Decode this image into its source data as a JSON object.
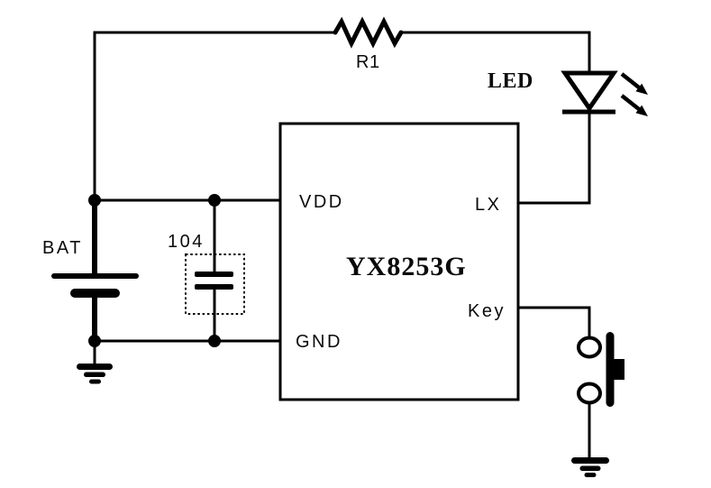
{
  "colors": {
    "line": "#000000",
    "background": "#ffffff",
    "text": "#0a0a0a"
  },
  "components": {
    "resistor": {
      "ref": "R1"
    },
    "led": {
      "label": "LED"
    },
    "battery": {
      "label": "BAT"
    },
    "capacitor": {
      "value": "104"
    },
    "ic": {
      "part_number": "YX8253G",
      "pins": [
        {
          "name": "VDD",
          "side": "left"
        },
        {
          "name": "GND",
          "side": "left"
        },
        {
          "name": "LX",
          "side": "right"
        },
        {
          "name": "Key",
          "side": "right"
        }
      ]
    },
    "button": {
      "type": "push-button"
    }
  }
}
